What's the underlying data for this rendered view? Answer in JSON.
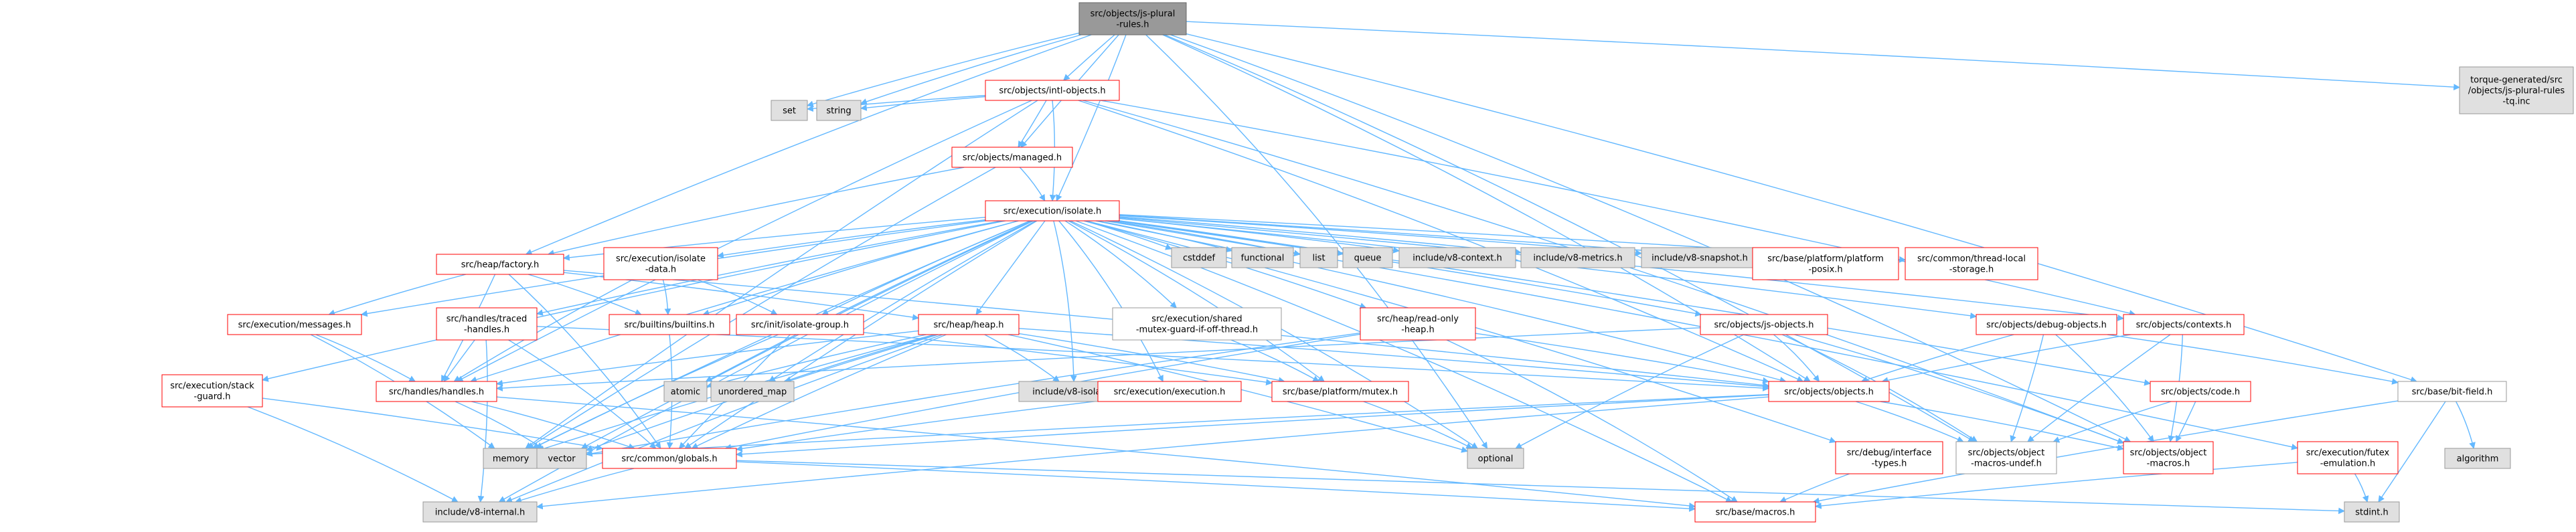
{
  "colors": {
    "edge": "#63b8ff",
    "node_fill": "#ffffff",
    "node_border_red": "#ff0000",
    "node_border_gray": "#999999",
    "system_fill": "#e0e0e0",
    "root_fill": "#999999",
    "root_border": "#666666"
  },
  "nodes": [
    {
      "id": "root",
      "kind": "root",
      "label": [
        "src/objects/js-plural",
        "-rules.h"
      ]
    },
    {
      "id": "intl",
      "kind": "file",
      "label": [
        "src/objects/intl-objects.h"
      ]
    },
    {
      "id": "torque",
      "kind": "system",
      "label": [
        "torque-generated/src",
        "/objects/js-plural-rules",
        "-tq.inc"
      ]
    },
    {
      "id": "set",
      "kind": "system",
      "label": [
        "set"
      ]
    },
    {
      "id": "string",
      "kind": "system",
      "label": [
        "string"
      ]
    },
    {
      "id": "managed",
      "kind": "file",
      "label": [
        "src/objects/managed.h"
      ]
    },
    {
      "id": "isolate",
      "kind": "file",
      "label": [
        "src/execution/isolate.h"
      ]
    },
    {
      "id": "factory",
      "kind": "file",
      "label": [
        "src/heap/factory.h"
      ]
    },
    {
      "id": "isolatedata",
      "kind": "file",
      "label": [
        "src/execution/isolate",
        "-data.h"
      ]
    },
    {
      "id": "cstddef",
      "kind": "system",
      "label": [
        "cstddef"
      ]
    },
    {
      "id": "functional",
      "kind": "system",
      "label": [
        "functional"
      ]
    },
    {
      "id": "list",
      "kind": "system",
      "label": [
        "list"
      ]
    },
    {
      "id": "queue",
      "kind": "system",
      "label": [
        "queue"
      ]
    },
    {
      "id": "v8context",
      "kind": "system",
      "label": [
        "include/v8-context.h"
      ]
    },
    {
      "id": "v8metrics",
      "kind": "system",
      "label": [
        "include/v8-metrics.h"
      ]
    },
    {
      "id": "v8snapshot",
      "kind": "system",
      "label": [
        "include/v8-snapshot.h"
      ]
    },
    {
      "id": "platformposix",
      "kind": "file",
      "label": [
        "src/base/platform/platform",
        "-posix.h"
      ]
    },
    {
      "id": "threadlocal",
      "kind": "file",
      "label": [
        "src/common/thread-local",
        "-storage.h"
      ]
    },
    {
      "id": "tracedhandles",
      "kind": "file",
      "label": [
        "src/handles/traced",
        "-handles.h"
      ]
    },
    {
      "id": "messages",
      "kind": "file",
      "label": [
        "src/execution/messages.h"
      ]
    },
    {
      "id": "builtins",
      "kind": "file",
      "label": [
        "src/builtins/builtins.h"
      ]
    },
    {
      "id": "isolategroup",
      "kind": "file",
      "label": [
        "src/init/isolate-group.h"
      ]
    },
    {
      "id": "heap",
      "kind": "file",
      "label": [
        "src/heap/heap.h"
      ]
    },
    {
      "id": "sharedmutex",
      "kind": "file-gray",
      "label": [
        "src/execution/shared",
        "-mutex-guard-if-off-thread.h"
      ]
    },
    {
      "id": "readonlyheap",
      "kind": "file",
      "label": [
        "src/heap/read-only",
        "-heap.h"
      ]
    },
    {
      "id": "jsobjects",
      "kind": "file",
      "label": [
        "src/objects/js-objects.h"
      ]
    },
    {
      "id": "debugobjects",
      "kind": "file",
      "label": [
        "src/objects/debug-objects.h"
      ]
    },
    {
      "id": "contexts",
      "kind": "file",
      "label": [
        "src/objects/contexts.h"
      ]
    },
    {
      "id": "stackguard",
      "kind": "file",
      "label": [
        "src/execution/stack",
        "-guard.h"
      ]
    },
    {
      "id": "handles",
      "kind": "file",
      "label": [
        "src/handles/handles.h"
      ]
    },
    {
      "id": "atomic",
      "kind": "system",
      "label": [
        "atomic"
      ]
    },
    {
      "id": "unorderedmap",
      "kind": "system",
      "label": [
        "unordered_map"
      ]
    },
    {
      "id": "v8isolate",
      "kind": "system",
      "label": [
        "include/v8-isolate.h"
      ]
    },
    {
      "id": "execution",
      "kind": "file",
      "label": [
        "src/execution/execution.h"
      ]
    },
    {
      "id": "mutex",
      "kind": "file",
      "label": [
        "src/base/platform/mutex.h"
      ]
    },
    {
      "id": "objects",
      "kind": "file",
      "label": [
        "src/objects/objects.h"
      ]
    },
    {
      "id": "code",
      "kind": "file",
      "label": [
        "src/objects/code.h"
      ]
    },
    {
      "id": "bitfield",
      "kind": "file-gray",
      "label": [
        "src/base/bit-field.h"
      ]
    },
    {
      "id": "memory",
      "kind": "system",
      "label": [
        "memory"
      ]
    },
    {
      "id": "vector",
      "kind": "system",
      "label": [
        "vector"
      ]
    },
    {
      "id": "globals",
      "kind": "file",
      "label": [
        "src/common/globals.h"
      ]
    },
    {
      "id": "optional",
      "kind": "system",
      "label": [
        "optional"
      ]
    },
    {
      "id": "debuginterface",
      "kind": "file",
      "label": [
        "src/debug/interface",
        "-types.h"
      ]
    },
    {
      "id": "macrosundef",
      "kind": "file-gray",
      "label": [
        "src/objects/object",
        "-macros-undef.h"
      ]
    },
    {
      "id": "objmacros",
      "kind": "file",
      "label": [
        "src/objects/object",
        "-macros.h"
      ]
    },
    {
      "id": "futex",
      "kind": "file",
      "label": [
        "src/execution/futex",
        "-emulation.h"
      ]
    },
    {
      "id": "algorithm",
      "kind": "system",
      "label": [
        "algorithm"
      ]
    },
    {
      "id": "v8internal",
      "kind": "system",
      "label": [
        "include/v8-internal.h"
      ]
    },
    {
      "id": "basemacros",
      "kind": "file",
      "label": [
        "src/base/macros.h"
      ]
    },
    {
      "id": "stdint",
      "kind": "system",
      "label": [
        "stdint.h"
      ]
    }
  ],
  "edges": [
    [
      "root",
      "intl"
    ],
    [
      "root",
      "torque"
    ],
    [
      "root",
      "set"
    ],
    [
      "root",
      "string"
    ],
    [
      "root",
      "managed"
    ],
    [
      "root",
      "isolate"
    ],
    [
      "root",
      "factory"
    ],
    [
      "root",
      "objects"
    ],
    [
      "root",
      "macrosundef"
    ],
    [
      "root",
      "objmacros"
    ],
    [
      "root",
      "bitfield"
    ],
    [
      "root",
      "optional"
    ],
    [
      "intl",
      "set"
    ],
    [
      "intl",
      "string"
    ],
    [
      "intl",
      "managed"
    ],
    [
      "intl",
      "isolate"
    ],
    [
      "intl",
      "objects"
    ],
    [
      "intl",
      "contexts"
    ],
    [
      "intl",
      "memory"
    ],
    [
      "intl",
      "handles"
    ],
    [
      "intl",
      "objmacros"
    ],
    [
      "managed",
      "isolate"
    ],
    [
      "managed",
      "factory"
    ],
    [
      "managed",
      "memory"
    ],
    [
      "isolate",
      "factory"
    ],
    [
      "isolate",
      "isolatedata"
    ],
    [
      "isolate",
      "cstddef"
    ],
    [
      "isolate",
      "functional"
    ],
    [
      "isolate",
      "list"
    ],
    [
      "isolate",
      "queue"
    ],
    [
      "isolate",
      "v8context"
    ],
    [
      "isolate",
      "v8metrics"
    ],
    [
      "isolate",
      "v8snapshot"
    ],
    [
      "isolate",
      "platformposix"
    ],
    [
      "isolate",
      "threadlocal"
    ],
    [
      "isolate",
      "tracedhandles"
    ],
    [
      "isolate",
      "messages"
    ],
    [
      "isolate",
      "builtins"
    ],
    [
      "isolate",
      "isolategroup"
    ],
    [
      "isolate",
      "heap"
    ],
    [
      "isolate",
      "sharedmutex"
    ],
    [
      "isolate",
      "readonlyheap"
    ],
    [
      "isolate",
      "jsobjects"
    ],
    [
      "isolate",
      "debugobjects"
    ],
    [
      "isolate",
      "contexts"
    ],
    [
      "isolate",
      "stackguard"
    ],
    [
      "isolate",
      "handles"
    ],
    [
      "isolate",
      "atomic"
    ],
    [
      "isolate",
      "unorderedmap"
    ],
    [
      "isolate",
      "v8isolate"
    ],
    [
      "isolate",
      "execution"
    ],
    [
      "isolate",
      "mutex"
    ],
    [
      "isolate",
      "objects"
    ],
    [
      "isolate",
      "code"
    ],
    [
      "isolate",
      "memory"
    ],
    [
      "isolate",
      "vector"
    ],
    [
      "isolate",
      "globals"
    ],
    [
      "isolate",
      "optional"
    ],
    [
      "isolate",
      "debuginterface"
    ],
    [
      "isolate",
      "futex"
    ],
    [
      "isolate",
      "v8internal"
    ],
    [
      "isolate",
      "basemacros"
    ],
    [
      "factory",
      "messages"
    ],
    [
      "factory",
      "builtins"
    ],
    [
      "factory",
      "heap"
    ],
    [
      "factory",
      "handles"
    ],
    [
      "factory",
      "globals"
    ],
    [
      "factory",
      "objects"
    ],
    [
      "isolatedata",
      "builtins"
    ],
    [
      "isolatedata",
      "isolategroup"
    ],
    [
      "isolatedata",
      "handles"
    ],
    [
      "tracedhandles",
      "handles"
    ],
    [
      "tracedhandles",
      "globals"
    ],
    [
      "tracedhandles",
      "v8internal"
    ],
    [
      "tracedhandles",
      "objects"
    ],
    [
      "messages",
      "handles"
    ],
    [
      "messages",
      "memory"
    ],
    [
      "builtins",
      "globals"
    ],
    [
      "isolategroup",
      "globals"
    ],
    [
      "isolategroup",
      "mutex"
    ],
    [
      "isolategroup",
      "memory"
    ],
    [
      "heap",
      "atomic"
    ],
    [
      "heap",
      "unorderedmap"
    ],
    [
      "heap",
      "v8isolate"
    ],
    [
      "heap",
      "mutex"
    ],
    [
      "heap",
      "objects"
    ],
    [
      "heap",
      "globals"
    ],
    [
      "heap",
      "memory"
    ],
    [
      "heap",
      "vector"
    ],
    [
      "heap",
      "optional"
    ],
    [
      "heap",
      "v8internal"
    ],
    [
      "heap",
      "handles"
    ],
    [
      "sharedmutex",
      "mutex"
    ],
    [
      "readonlyheap",
      "objects"
    ],
    [
      "readonlyheap",
      "globals"
    ],
    [
      "readonlyheap",
      "basemacros"
    ],
    [
      "readonlyheap",
      "vector"
    ],
    [
      "jsobjects",
      "objects"
    ],
    [
      "jsobjects",
      "handles"
    ],
    [
      "jsobjects",
      "macrosundef"
    ],
    [
      "jsobjects",
      "objmacros"
    ],
    [
      "jsobjects",
      "optional"
    ],
    [
      "debugobjects",
      "objects"
    ],
    [
      "debugobjects",
      "macrosundef"
    ],
    [
      "debugobjects",
      "objmacros"
    ],
    [
      "debugobjects",
      "bitfield"
    ],
    [
      "contexts",
      "objects"
    ],
    [
      "contexts",
      "macrosundef"
    ],
    [
      "contexts",
      "objmacros"
    ],
    [
      "stackguard",
      "globals"
    ],
    [
      "stackguard",
      "v8internal"
    ],
    [
      "handles",
      "globals"
    ],
    [
      "handles",
      "vector"
    ],
    [
      "handles",
      "basemacros"
    ],
    [
      "execution",
      "globals"
    ],
    [
      "mutex",
      "optional"
    ],
    [
      "objects",
      "globals"
    ],
    [
      "objects",
      "macrosundef"
    ],
    [
      "objects",
      "objmacros"
    ],
    [
      "objects",
      "v8internal"
    ],
    [
      "objects",
      "memory"
    ],
    [
      "code",
      "macrosundef"
    ],
    [
      "code",
      "objmacros"
    ],
    [
      "bitfield",
      "algorithm"
    ],
    [
      "bitfield",
      "basemacros"
    ],
    [
      "bitfield",
      "stdint"
    ],
    [
      "globals",
      "v8internal"
    ],
    [
      "globals",
      "basemacros"
    ],
    [
      "globals",
      "stdint"
    ],
    [
      "debuginterface",
      "basemacros"
    ],
    [
      "futex",
      "basemacros"
    ],
    [
      "futex",
      "stdint"
    ]
  ]
}
